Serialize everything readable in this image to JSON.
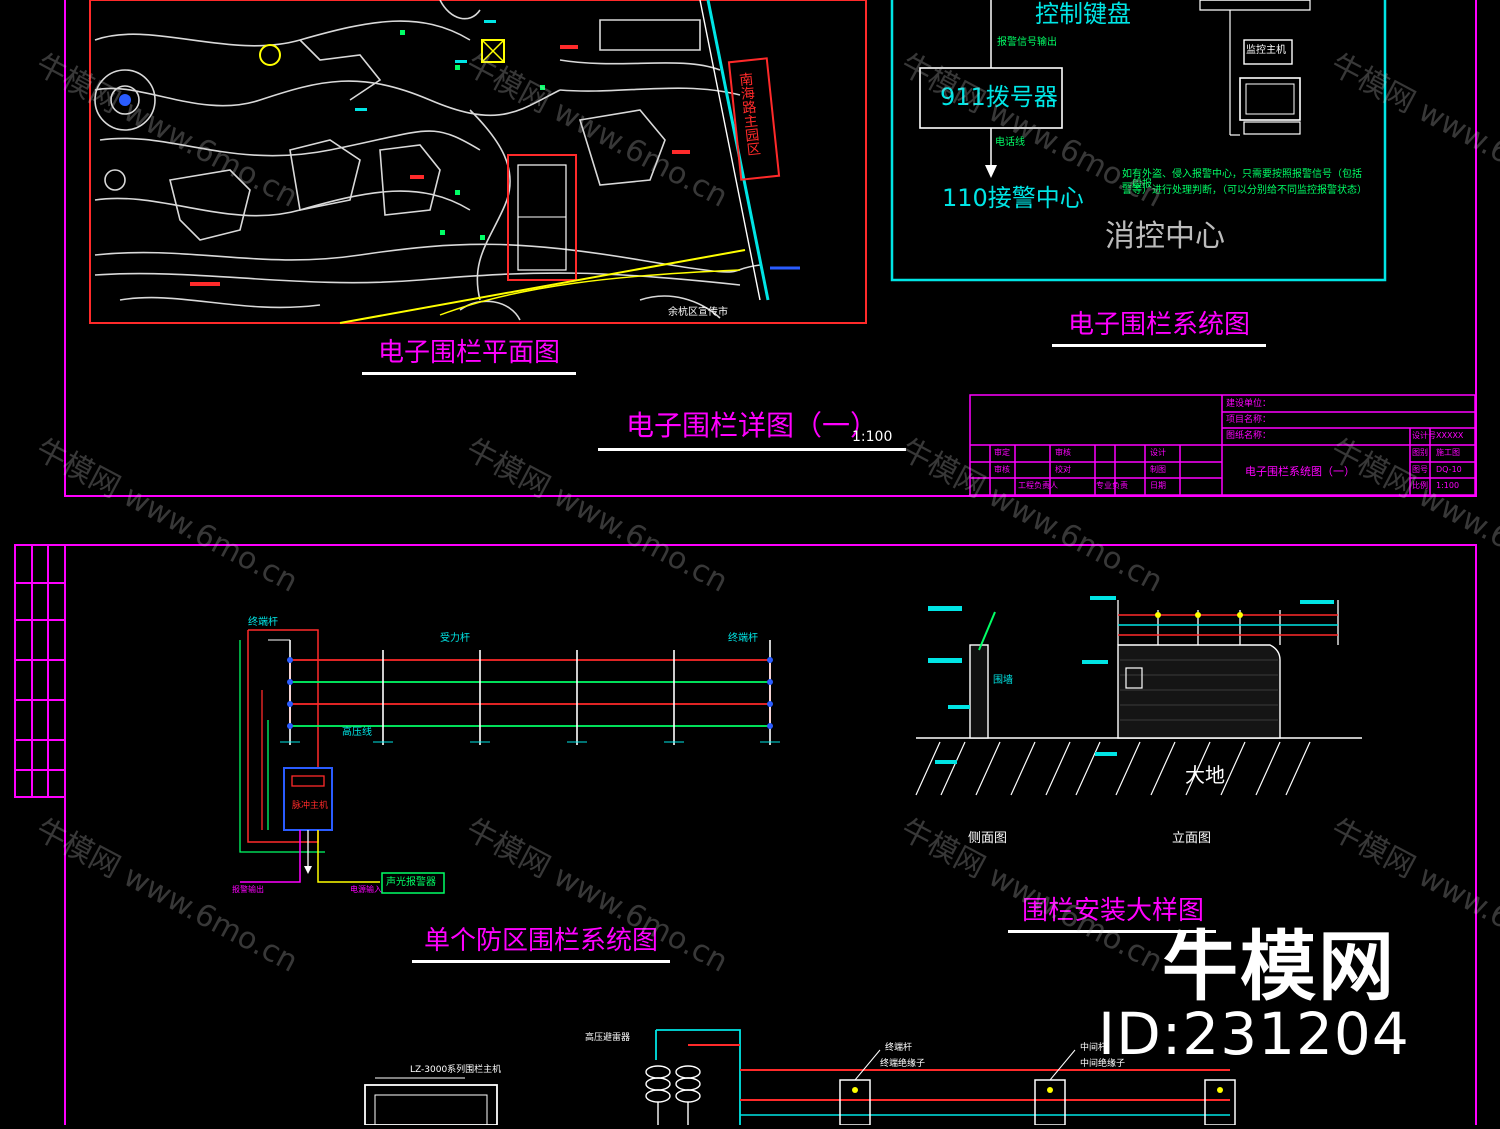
{
  "colors": {
    "frame": "#ff00ff",
    "line": "#00e5e5",
    "text": "#ffffff",
    "red": "#ff2a2a",
    "green": "#00ff66",
    "yellow": "#ffff00",
    "blue": "#2a5cff"
  },
  "top_sheet": {
    "plan_title": "电子围栏平面图",
    "plan_red_label": "南海路主园区",
    "plan_bottom_text": "余杭区宣传市",
    "system_title": "电子围栏系统图",
    "system": {
      "keyboard": "控制键盘",
      "keyboard_note": "报警信号输出",
      "host_label": "监控主机",
      "dialer": "911拨号器",
      "line_label": "电话线",
      "alarm_center": "110接警中心",
      "green_note_1": "如有外盗、侵入报警中心，只需要按照报警信号（包括一般报",
      "green_note_2": "警等）进行处理判断，（可以分别给不同监控报警状态）",
      "fire_center": "消控中心"
    },
    "detail_title": "电子围栏详图（一）",
    "scale": "1:100",
    "title_block": {
      "project_field_1": "建设单位：",
      "project_field_2": "项目名称：",
      "project_field_3": "图纸名称：",
      "drawing_name": "电子围栏系统图（一）",
      "right_labels": [
        "设计号",
        "图别",
        "图号",
        "比例"
      ],
      "right_values": [
        "XXXXX",
        "施工图",
        "DQ-10",
        "1:100"
      ],
      "sign_row_1": [
        "审定",
        "审核",
        "设计"
      ],
      "sign_row_2": [
        "审核",
        "校对",
        "制图"
      ],
      "sign_row_3": [
        "工程负责人",
        "专业负责",
        "日期"
      ]
    }
  },
  "bottom_sheet": {
    "single_title": "单个防区围栏系统图",
    "single_labels": {
      "terminal": "终端杆",
      "force_pole": "受力杆",
      "end_pole": "终端杆",
      "hv_wire": "高压线",
      "host": "脉冲主机",
      "alarm": "声光报警器",
      "out_1": "报警输出",
      "out_2": "电源输入"
    },
    "install_title": "围栏安装大样图",
    "section_label": "侧面图",
    "elevation_label": "立面图",
    "ground_label": "大地",
    "wall_note": "围墙",
    "lower_labels": {
      "host": "LZ-3000系列围栏主机",
      "arrester": "高压避雷器",
      "terminal_pole": "终端杆",
      "insulator": "终端绝缘子",
      "mid_pole": "中间杆",
      "mid_insulator": "中间绝缘子"
    }
  },
  "brand": {
    "name": "牛模网",
    "id": "ID:231204"
  },
  "watermark": {
    "text": "牛模网 www.6mo.cn"
  }
}
